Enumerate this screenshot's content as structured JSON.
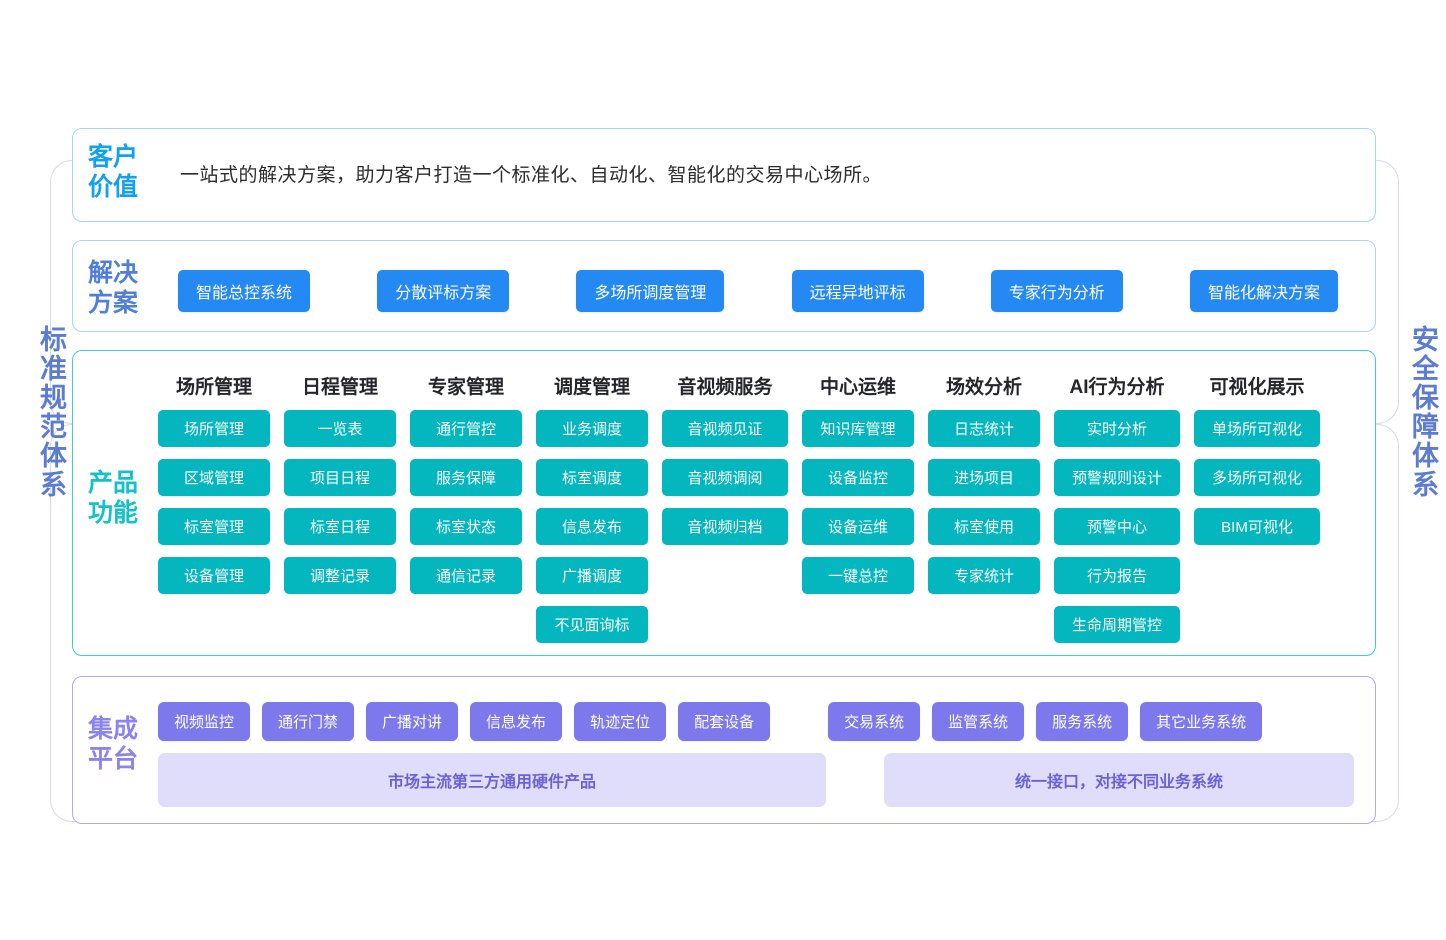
{
  "brackets": {
    "left_label": "标准规范体系",
    "right_label": "安全保障体系",
    "border_color": "#d7dae2",
    "label_color": "#5b7cd1"
  },
  "customer_value": {
    "label": "客户\n价值",
    "label_color": "#12a0f0",
    "border_color": "#9ed8f5",
    "text": "一站式的解决方案，助力客户打造一个标准化、自动化、智能化的交易中心场所。"
  },
  "solution": {
    "label": "解决\n方案",
    "label_color": "#4f7fd8",
    "border_color": "#a8d4f2",
    "chip_color": "#2489f2",
    "chips": [
      "智能总控系统",
      "分散评标方案",
      "多场所调度管理",
      "远程异地评标",
      "专家行为分析",
      "智能化解决方案"
    ]
  },
  "product": {
    "label": "产品\n功能",
    "label_color": "#12c2c8",
    "border_color": "#3fcfc9",
    "chip_color": "#04b6bd",
    "columns": [
      {
        "title": "场所管理",
        "items": [
          "场所管理",
          "区域管理",
          "标室管理",
          "设备管理"
        ]
      },
      {
        "title": "日程管理",
        "items": [
          "一览表",
          "项目日程",
          "标室日程",
          "调整记录"
        ]
      },
      {
        "title": "专家管理",
        "items": [
          "通行管控",
          "服务保障",
          "标室状态",
          "通信记录"
        ]
      },
      {
        "title": "调度管理",
        "items": [
          "业务调度",
          "标室调度",
          "信息发布",
          "广播调度",
          "不见面询标"
        ]
      },
      {
        "title": "音视频服务",
        "items": [
          "音视频见证",
          "音视频调阅",
          "音视频归档"
        ]
      },
      {
        "title": "中心运维",
        "items": [
          "知识库管理",
          "设备监控",
          "设备运维",
          "一键总控"
        ]
      },
      {
        "title": "场效分析",
        "items": [
          "日志统计",
          "进场项目",
          "标室使用",
          "专家统计"
        ]
      },
      {
        "title": "AI行为分析",
        "items": [
          "实时分析",
          "预警规则设计",
          "预警中心",
          "行为报告",
          "生命周期管控"
        ]
      },
      {
        "title": "可视化展示",
        "items": [
          "单场所可视化",
          "多场所可视化",
          "BIM可视化"
        ]
      }
    ]
  },
  "integration": {
    "label": "集成\n平台",
    "label_color": "#8b84ec",
    "border_color": "#b3aaf2",
    "chip_color": "#7d78ec",
    "bar_bg": "#e0ddfa",
    "bar_text_color": "#6b62d8",
    "group_hardware": [
      "视频监控",
      "通行门禁",
      "广播对讲",
      "信息发布",
      "轨迹定位",
      "配套设备"
    ],
    "group_business": [
      "交易系统",
      "监管系统",
      "服务系统",
      "其它业务系统"
    ],
    "bar_hardware": "市场主流第三方通用硬件产品",
    "bar_business": "统一接口，对接不同业务系统"
  }
}
